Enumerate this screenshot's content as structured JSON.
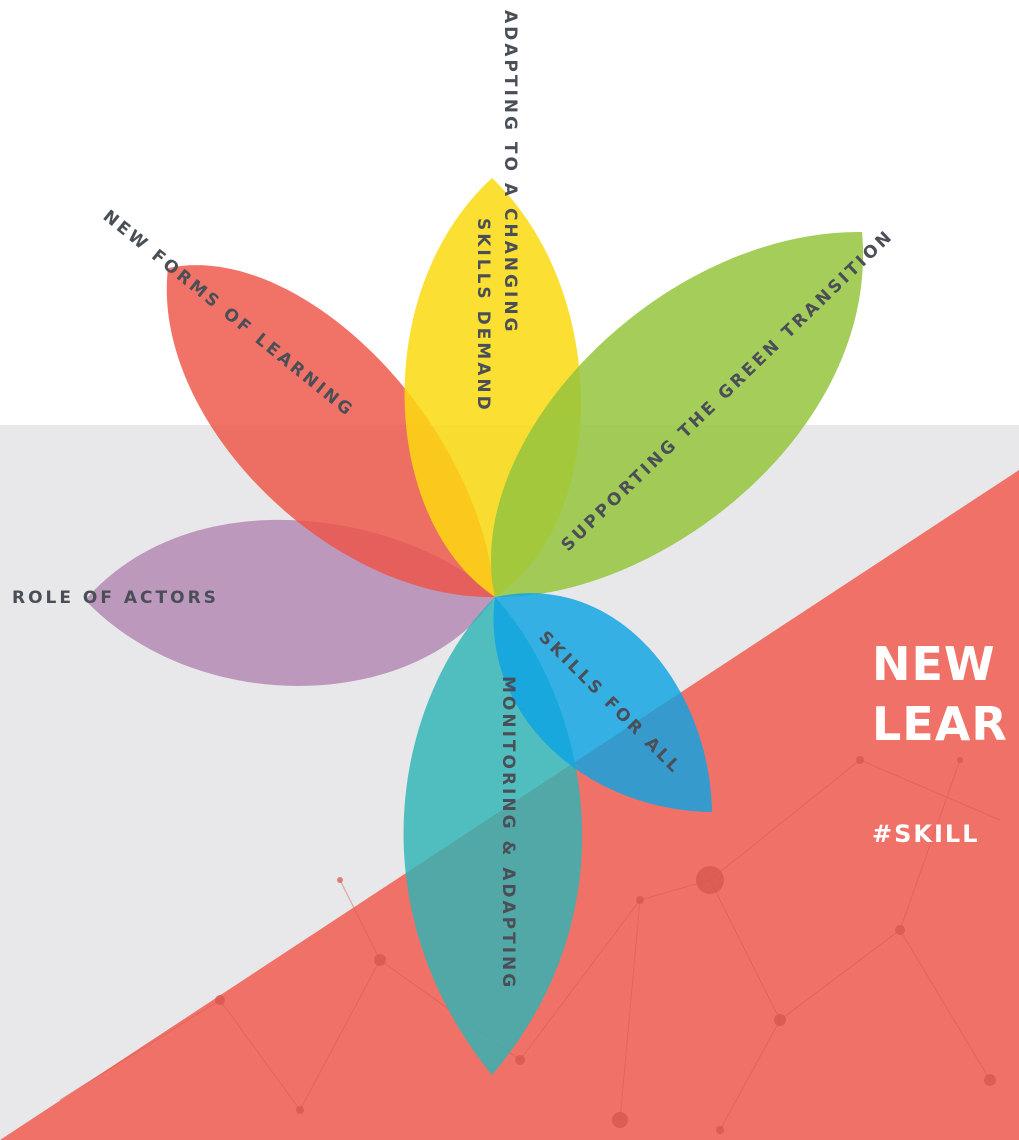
{
  "colors": {
    "background_white": "#ffffff",
    "background_grey": "#e8e8ea",
    "coral": "#f07167",
    "label_text": "#4a4f57",
    "petal_yellow": "#fcd90f",
    "petal_green": "#95c43d",
    "petal_red": "#ee5447",
    "petal_purple": "#b48ab5",
    "petal_blue": "#0ea3e3",
    "petal_teal": "#2eb5b6"
  },
  "petals": [
    {
      "id": "adapting",
      "label": "ADAPTING TO A CHANGING",
      "label2": "SKILLS DEMAND",
      "color": "#fcd90f"
    },
    {
      "id": "green",
      "label": "SUPPORTING THE GREEN TRANSITION",
      "color": "#95c43d"
    },
    {
      "id": "forms",
      "label": "NEW FORMS OF LEARNING",
      "color": "#ee5447"
    },
    {
      "id": "actors",
      "label": "ROLE OF ACTORS",
      "color": "#b48ab5"
    },
    {
      "id": "all",
      "label": "SKILLS FOR ALL",
      "color": "#0ea3e3"
    },
    {
      "id": "monitoring",
      "label": "MONITORING & ADAPTING",
      "color": "#2eb5b6"
    }
  ],
  "headline": {
    "line1": "NEW",
    "line2": "LEAR"
  },
  "hashtag": "#SKILL"
}
